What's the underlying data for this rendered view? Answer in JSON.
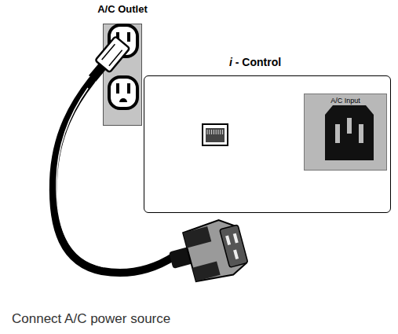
{
  "diagram": {
    "caption": "Connect A/C power source",
    "nodes": [
      {
        "text": [
          "A/C Outlet"
        ]
      },
      {
        "text": [
          "i - Control"
        ]
      },
      {
        "text": [
          "A/C Input"
        ],
        "in": 1
      }
    ]
  }
}
